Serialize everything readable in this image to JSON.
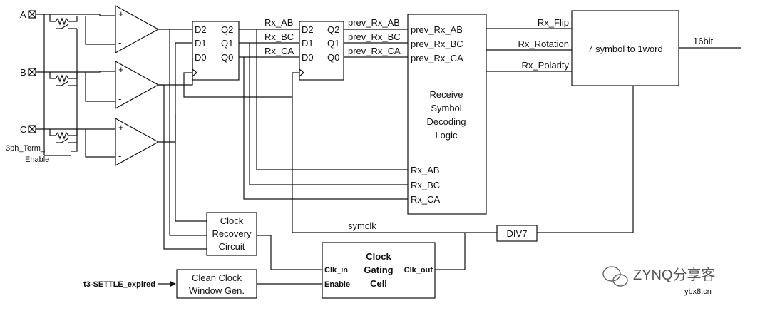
{
  "inputs": {
    "a": "A",
    "b": "B",
    "c": "C",
    "term_line1": "3ph_Term_",
    "term_line2": "Enable",
    "settle": "t3-SETTLE_expired"
  },
  "ff1": {
    "d2": "D2",
    "d1": "D1",
    "d0": "D0",
    "q2": "Q2",
    "q1": "Q1",
    "q0": "Q0"
  },
  "ff2": {
    "d2": "D2",
    "d1": "D1",
    "d0": "D0",
    "q2": "Q2",
    "q1": "Q1",
    "q0": "Q0"
  },
  "nets": {
    "rx_ab": "Rx_AB",
    "rx_bc": "Rx_BC",
    "rx_ca": "Rx_CA",
    "prev_ab": "prev_Rx_AB",
    "prev_bc": "prev_Rx_BC",
    "prev_ca": "prev_Rx_CA",
    "rx_flip": "Rx_Flip",
    "rx_rotation": "Rx_Rotation",
    "rx_polarity": "Rx_Polarity",
    "symclk": "symclk",
    "out_width": "16bit"
  },
  "decode": {
    "in_prev_ab": "prev_Rx_AB",
    "in_prev_bc": "prev_Rx_BC",
    "in_prev_ca": "prev_Rx_CA",
    "title_1": "Receive",
    "title_2": "Symbol",
    "title_3": "Decoding",
    "title_4": "Logic",
    "in_rx_ab": "Rx_AB",
    "in_rx_bc": "Rx_BC",
    "in_rx_ca": "Rx_CA"
  },
  "converter": {
    "label": "7 symbol to 1word"
  },
  "cdr": {
    "line1": "Clock",
    "line2": "Recovery",
    "line3": "Circuit"
  },
  "div": {
    "label": "DIV7"
  },
  "cgc": {
    "line1": "Clock",
    "line2": "Gating",
    "line3": "Cell",
    "clk_in": "Clk_in",
    "enable": "Enable",
    "clk_out": "Clk_out"
  },
  "ccw": {
    "line1": "Clean Clock",
    "line2": "Window Gen."
  },
  "comparators": {
    "plus": "+",
    "minus": "-"
  },
  "watermark": {
    "brand": "ZYNQ分享客",
    "site": "ybx8.cn"
  }
}
